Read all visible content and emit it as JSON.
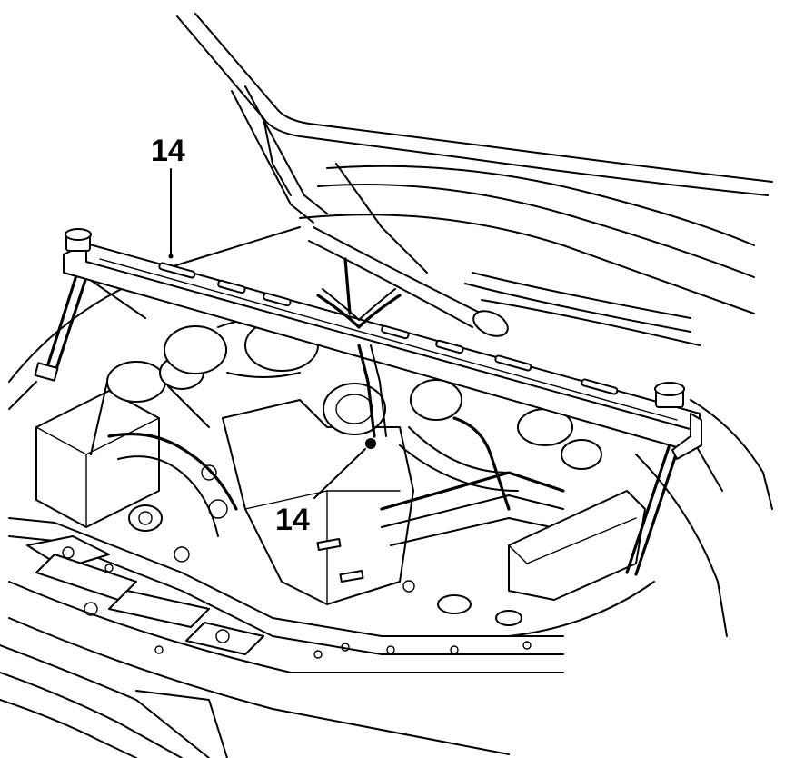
{
  "diagram": {
    "callouts": [
      {
        "id": "top",
        "label": "14"
      },
      {
        "id": "bottom",
        "label": "14"
      }
    ]
  }
}
